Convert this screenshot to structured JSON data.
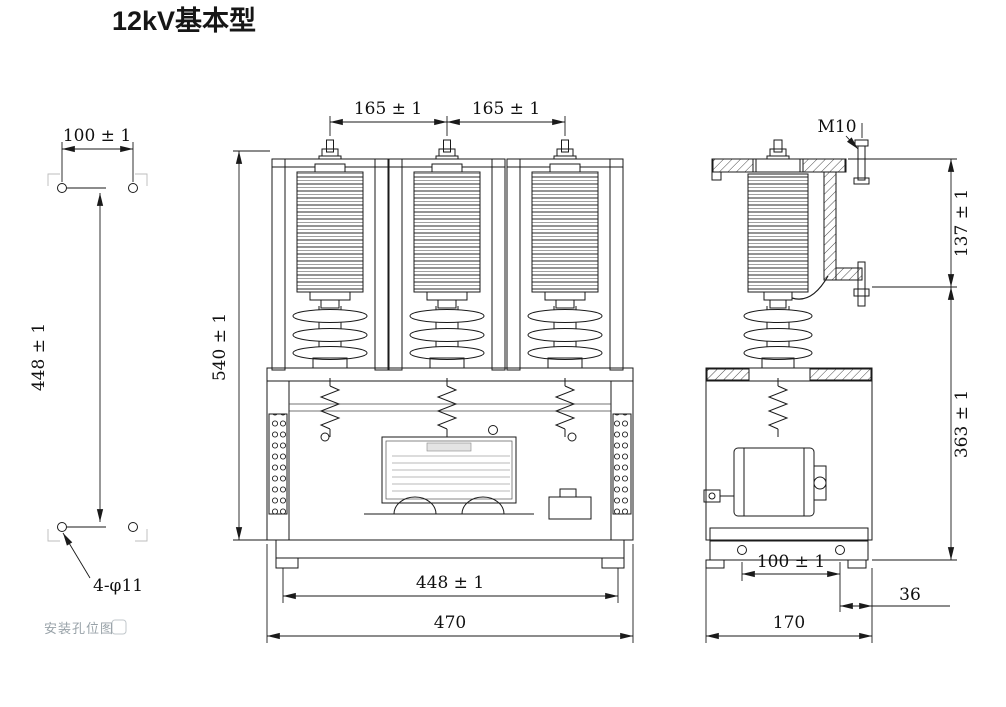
{
  "title": "12kV基本型",
  "colors": {
    "line": "#1a1a1a",
    "background": "#ffffff",
    "watermark": "#98a2a8"
  },
  "icons": {
    "watermark_stamp": "gray-stamp-box"
  },
  "views": {
    "mounting": {
      "caption": "安装孔位图",
      "dims": {
        "width": "100 ± 1",
        "height": "448 ± 1",
        "holes": "4-φ11"
      }
    },
    "front": {
      "dims": {
        "pitch_left": "165 ± 1",
        "pitch_right": "165 ± 1",
        "height": "540 ± 1",
        "hole_span": "448 ± 1",
        "overall_width": "470"
      }
    },
    "side": {
      "dims": {
        "thread": "M10",
        "upper_height": "137 ± 1",
        "lower_height": "363 ± 1",
        "hole_span": "100 ± 1",
        "edge_offset": "36",
        "overall_depth": "170"
      }
    }
  }
}
